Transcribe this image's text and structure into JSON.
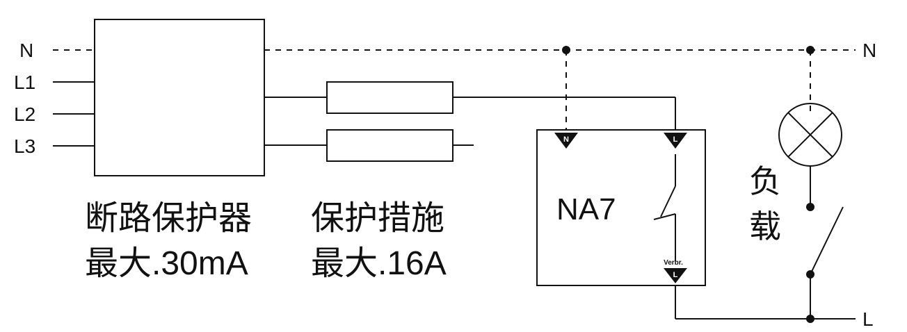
{
  "lines": {
    "n_left": "N",
    "l1": "L1",
    "l2": "L2",
    "l3": "L3",
    "n_right": "N",
    "l_right": "L"
  },
  "breaker": {
    "name": "断路保护器",
    "rating": "最大.30mA"
  },
  "fuse": {
    "name": "保护措施",
    "rating": "最大.16A"
  },
  "device": {
    "name": "NA7",
    "terminal_n": "N",
    "terminal_l": "L",
    "terminal_out": "L",
    "out_label": "Verbr."
  },
  "load": {
    "label_1": "负",
    "label_2": "载"
  }
}
